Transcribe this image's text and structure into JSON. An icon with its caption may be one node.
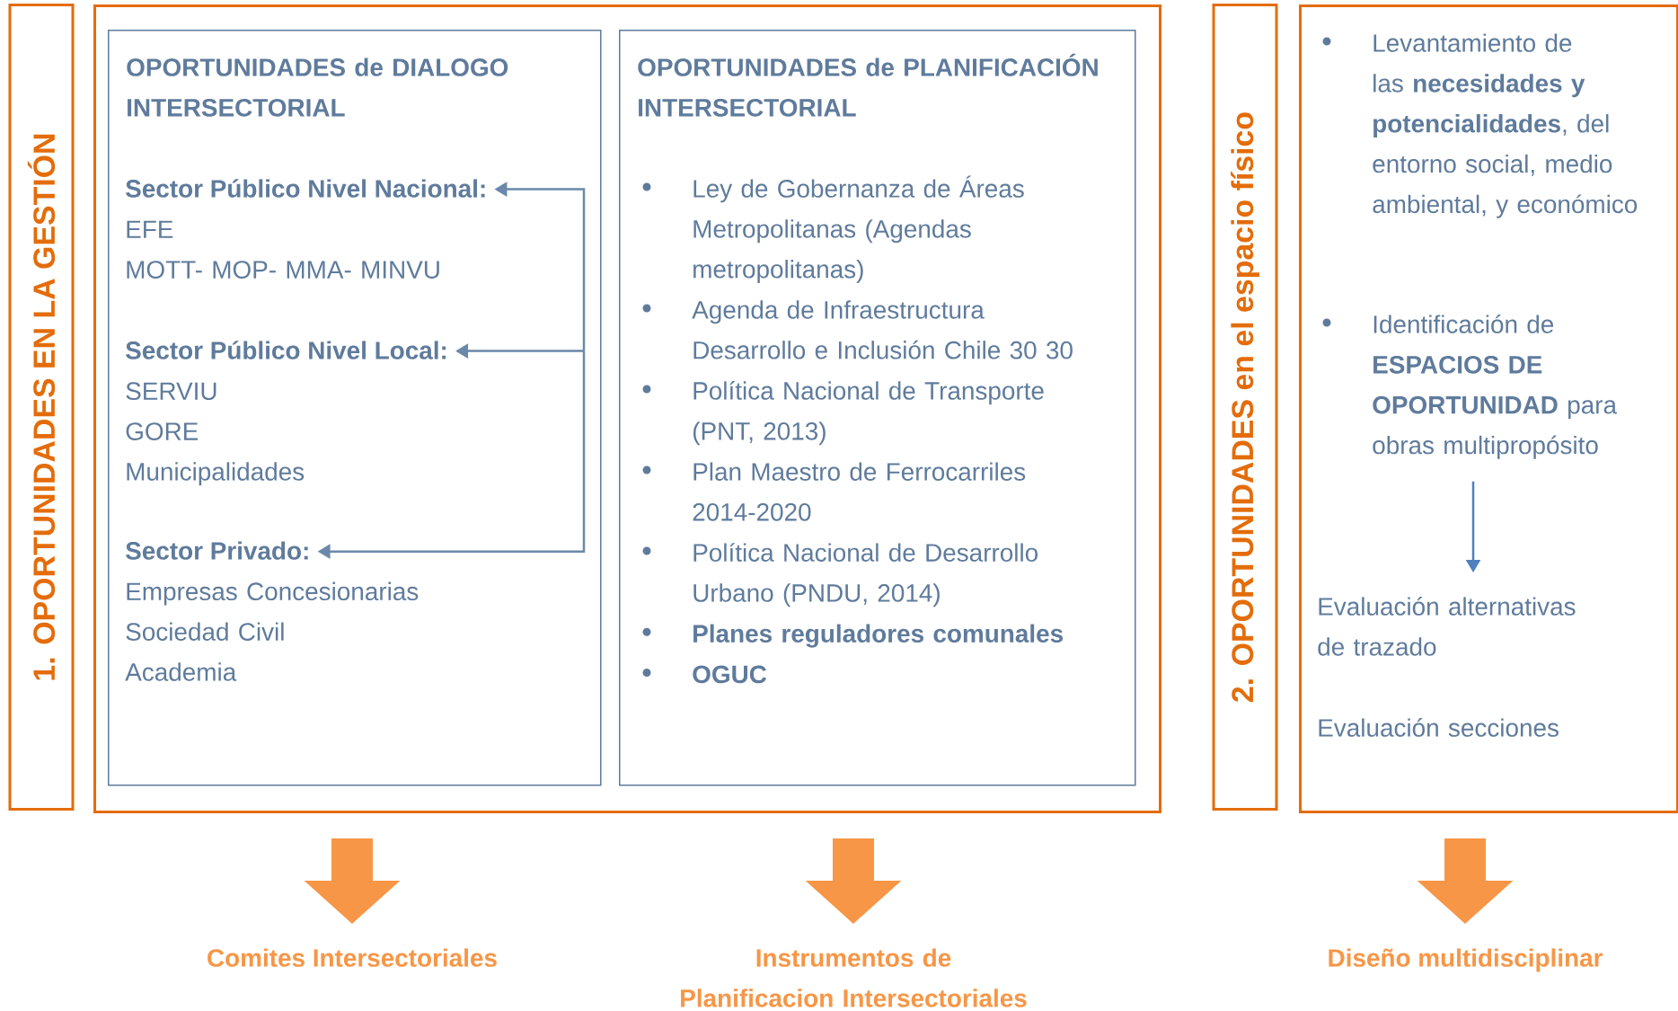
{
  "diagram": {
    "nodes": [
      {
        "text": [
          "1. OPORTUNIDADES EN LA GESTIÓN"
        ]
      },
      {
        "text": [],
        "shape": "box"
      },
      {
        "text": [
          "OPORTUNIDADES de DIALOGO INTERSECTORIAL"
        ],
        "in": 1
      },
      {
        "text": [
          "Sector Público Nivel Nacional:",
          "EFE",
          "MOTT- MOP- MMA- MINVU"
        ],
        "in": 2
      },
      {
        "text": [
          "Sector Público Nivel Local:",
          "SERVIU",
          "GORE",
          "Municipalidades"
        ],
        "in": 2
      },
      {
        "text": [
          "Sector Privado:",
          "Empresas Concesionarias",
          "Sociedad Civil",
          "Academia"
        ],
        "in": 2
      },
      {
        "text": [
          "OPORTUNIDADES de PLANIFICACIÓN INTERSECTORIAL",
          "Ley de Gobernanza de Áreas Metropolitanas (Agendas metropolitanas)",
          "Agenda de Infraestructura Desarrollo e Inclusión Chile 30 30",
          "Política Nacional de Transporte (PNT, 2013)",
          "Plan Maestro de Ferrocarriles 2014-2020",
          "Política Nacional de Desarrollo Urbano (PNDU, 2014)",
          "Planes reguladores comunales",
          "OGUC"
        ],
        "in": 1
      },
      {
        "text": [
          "2. OPORTUNIDADES en el espacio físico"
        ]
      },
      {
        "text": [],
        "shape": "box"
      },
      {
        "text": [
          "Levantamiento de las **necesidades y potencialidades**, del entorno social, medio ambiental, y económico"
        ],
        "in": 8
      },
      {
        "text": [
          "Identificación de **ESPACIOS DE OPORTUNIDAD** para obras multipropósito"
        ],
        "in": 8
      },
      {
        "text": [
          "Evaluación alternativas de trazado"
        ],
        "in": 8
      },
      {
        "text": [
          "Evaluación secciones"
        ],
        "in": 8
      },
      {
        "text": [
          "Comites Intersectoriales"
        ]
      },
      {
        "text": [
          "Instrumentos de Planificacion Intersectoriales"
        ]
      },
      {
        "text": [
          "Diseño multidisciplinar"
        ]
      }
    ],
    "edges": [
      {
        "from": 3,
        "to": 4,
        "arrow": "both",
        "color": "#6a88aa"
      },
      {
        "from": 4,
        "to": 5,
        "arrow": "both",
        "color": "#6a88aa"
      },
      {
        "from": 10,
        "to": 11,
        "arrow": "to",
        "color": "#4f81bd"
      },
      {
        "from": 1,
        "to": 13,
        "arrow": "to",
        "style": "thick"
      },
      {
        "from": 1,
        "to": 14,
        "arrow": "to",
        "style": "thick"
      },
      {
        "from": 8,
        "to": 15,
        "arrow": "to",
        "style": "thick"
      }
    ]
  }
}
